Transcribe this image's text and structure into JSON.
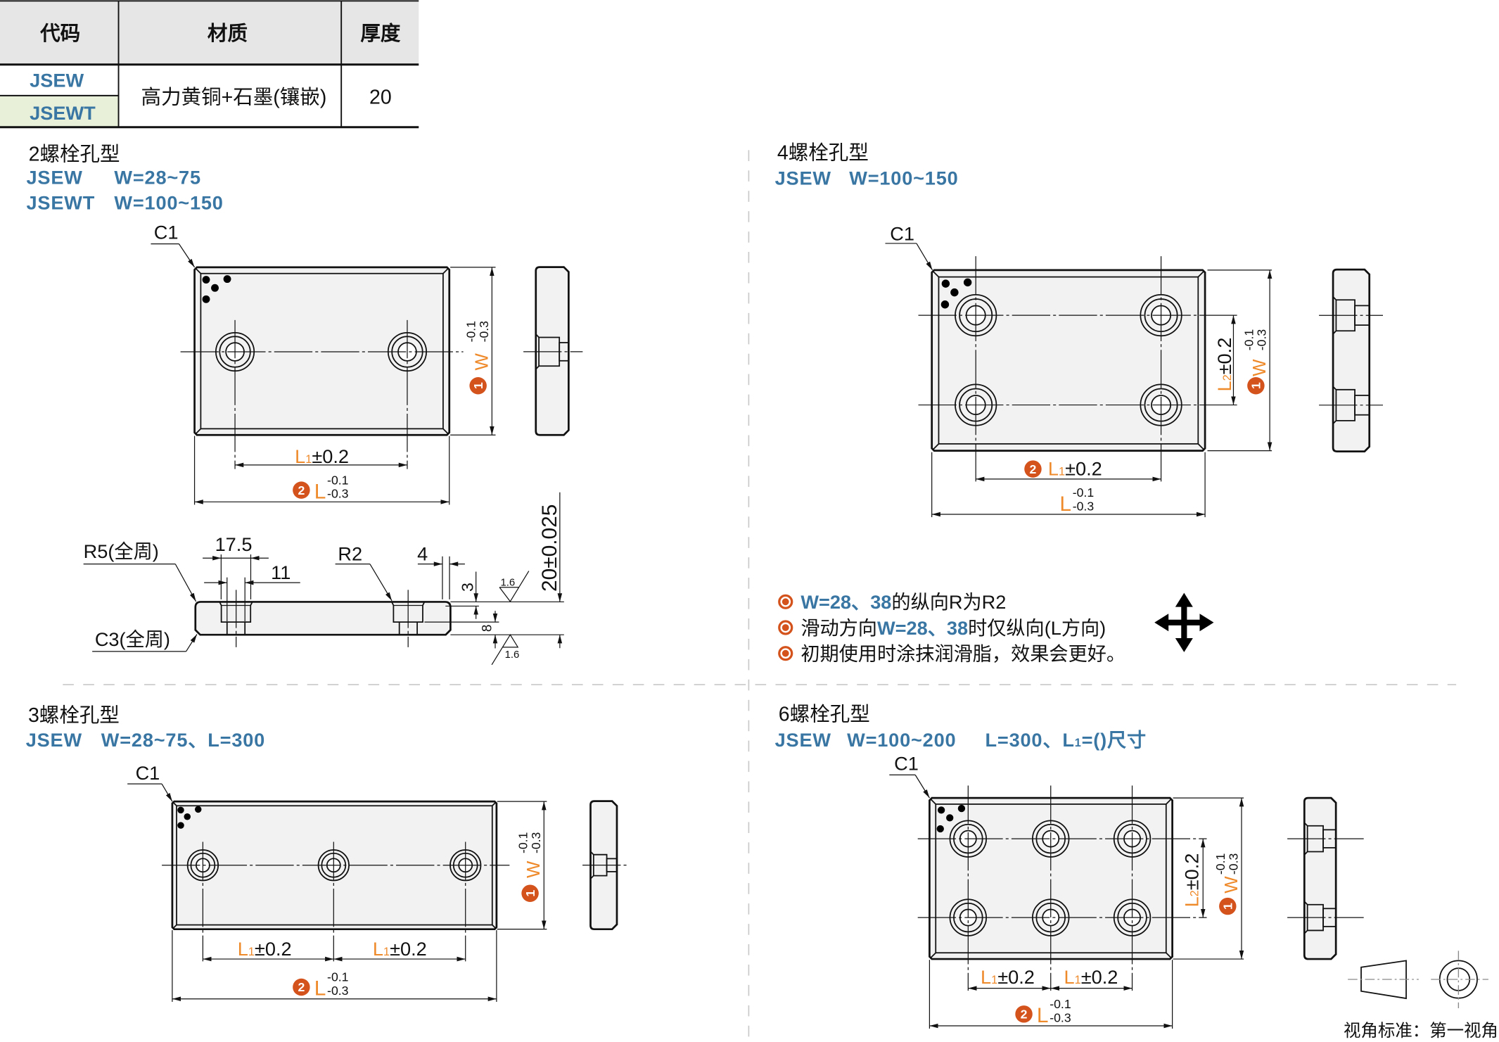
{
  "colors": {
    "blue": "#3a76a3",
    "orange": "#ef8a2b",
    "badge": "#d4531d",
    "header_bg": "#e6e6e6",
    "jsewt_bg": "#e9f0da",
    "plate_fill": "#f2f2f2",
    "divider": "#c8c8c8"
  },
  "table": {
    "headers": {
      "code": "代码",
      "material": "材质",
      "thickness": "厚度"
    },
    "codes": [
      "JSEW",
      "JSEWT"
    ],
    "material": "高力黄铜+石墨(镶嵌)",
    "thickness": "20"
  },
  "sections": [
    {
      "title": "2螺栓孔型",
      "specs": [
        {
          "code": "JSEW",
          "range": "W=28~75"
        },
        {
          "code": "JSEWT",
          "range": "W=100~150"
        }
      ]
    },
    {
      "title": "4螺栓孔型",
      "specs": [
        {
          "code": "JSEW",
          "range": "W=100~150"
        }
      ]
    },
    {
      "title": "3螺栓孔型",
      "specs": [
        {
          "code": "JSEW",
          "range": "W=28~75、L=300"
        }
      ]
    },
    {
      "title": "6螺栓孔型",
      "specs": [
        {
          "code": "JSEW",
          "range": "W=100~200",
          "extra_a": "L=300、L",
          "extra_sub": "1",
          "extra_b": "=()尺寸"
        }
      ]
    }
  ],
  "dims": {
    "chamfer": "C1",
    "length": "L",
    "width": "W",
    "sub1": "1",
    "sub2": "2",
    "pitch_tol": "±0.2",
    "tol_upper": "-0.1",
    "tol_lower": "-0.3",
    "badge_w": "1",
    "badge_l": "2"
  },
  "section_view": {
    "r5": "R5(全周)",
    "c3": "C3(全周)",
    "r2": "R2",
    "counterbore_dia": "17.5",
    "hole_dia": "11",
    "edge": "4",
    "chamfer_depth": "3",
    "counterbore_depth": "8",
    "thickness": "20±0.025",
    "roughness_top": "1.6",
    "roughness_bottom": "1.6"
  },
  "notes": [
    {
      "parts": [
        {
          "text": "W=28、38",
          "emph": true
        },
        {
          "text": "的纵向R为R2",
          "emph": false
        }
      ]
    },
    {
      "parts": [
        {
          "text": "滑动方向",
          "emph": false
        },
        {
          "text": "W=28、38",
          "emph": true
        },
        {
          "text": "时仅纵向(L方向)",
          "emph": false
        }
      ]
    },
    {
      "parts": [
        {
          "text": "初期使用时涂抹润滑脂，效果会更好。",
          "emph": false
        }
      ]
    }
  ],
  "icons": {
    "note_bullet": "circled-dot-icon",
    "sliding_direction": "four-way-arrow-icon",
    "projection": "first-angle-projection-icon"
  },
  "projection": {
    "label": "视角标准：第一视角"
  }
}
